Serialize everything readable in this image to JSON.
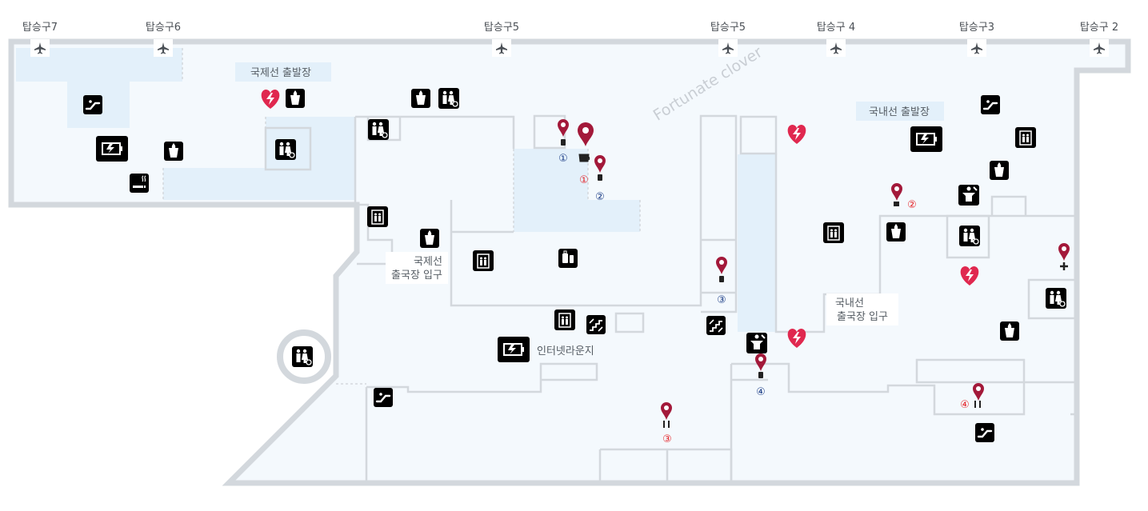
{
  "colors": {
    "wall": "#d3d8dd",
    "floor": "#f4f9fd",
    "floor_zone": "#e3f0fa",
    "pin": "#a3193a",
    "icon_gray": "#5f6166",
    "icon_blue": "#4f87c6",
    "icon_navy": "#1f5c9e",
    "heart": "#e0284f",
    "num_red": "#e4252a",
    "num_blue": "#1c3e87"
  },
  "gates": [
    {
      "label": "탑승구7"
    },
    {
      "label": "탑승구6"
    },
    {
      "label": "탑승구5"
    },
    {
      "label": "탑승구5"
    },
    {
      "label": "탑승구 4"
    },
    {
      "label": "탑승구3"
    },
    {
      "label": "탑승구 2"
    }
  ],
  "areas": {
    "intl_departure": "국제선 출발장",
    "dom_departure": "국내선 출발장",
    "intl_entry_line1": "국제선",
    "intl_entry_line2": "출국장 입구",
    "dom_entry_line1": "국내선",
    "dom_entry_line2": "출국장 입구",
    "internet_lounge": "인터넷라운지",
    "store": "Fortunate clover"
  },
  "markers": {
    "n1_blue": "①",
    "n1_red": "①",
    "n2_blue": "②",
    "n2_red": "②",
    "n3_blue": "③",
    "n3_red": "③",
    "n4_blue": "④",
    "n4_red": "④"
  },
  "icons": {
    "escalator": "escalator-icon",
    "charging": "charging-station-icon",
    "drinking_water": "drinking-water-icon",
    "smoking": "smoking-room-icon",
    "restroom": "restroom-icon",
    "aed": "aed-heart-icon",
    "elevator": "elevator-icon",
    "nursing": "nursing-room-icon",
    "baggage": "baggage-icon",
    "stairs": "stairs-icon",
    "location_pin": "location-pin-icon"
  }
}
